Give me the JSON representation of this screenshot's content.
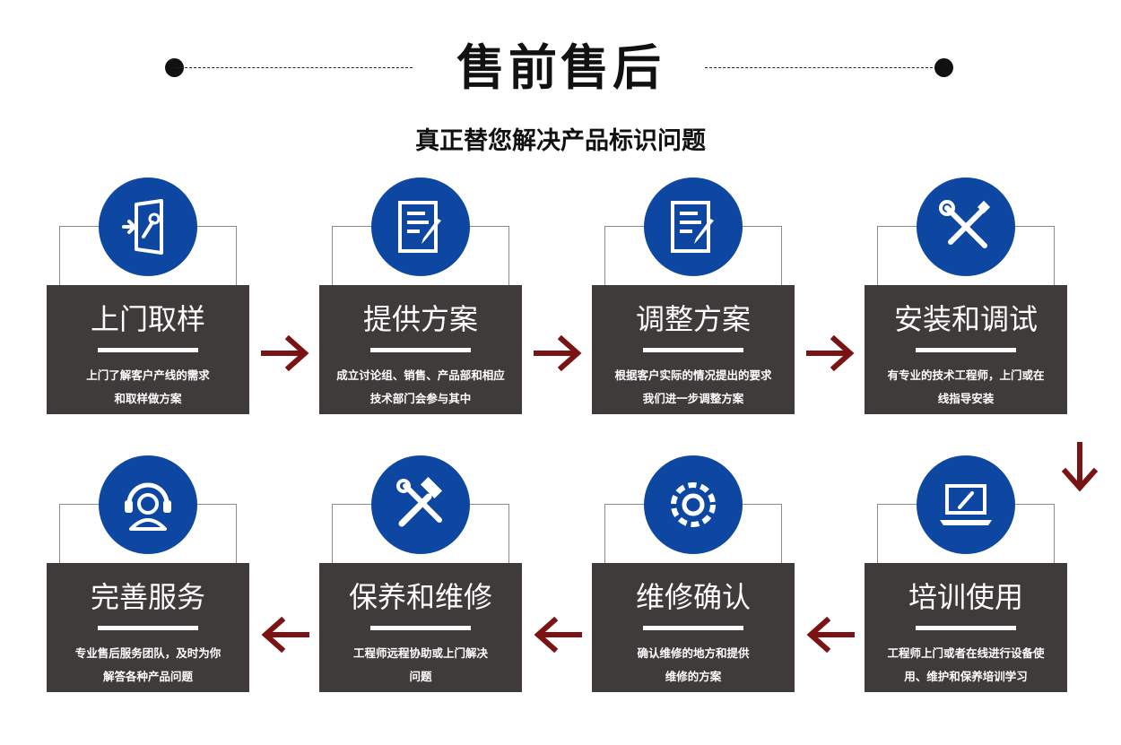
{
  "header": {
    "title": "售前售后",
    "subtitle": "真正替您解决产品标识问题"
  },
  "colors": {
    "icon_circle": "#0e47a1",
    "card_bg": "#3f3b3a",
    "arrow": "#7a1414"
  },
  "steps": [
    {
      "title": "上门取样",
      "desc_lines": [
        "上门了解客户产线的需求",
        "和取样做方案"
      ],
      "icon": "door-wrench-icon"
    },
    {
      "title": "提供方案",
      "desc_lines": [
        "成立讨论组、销售、产品部和相应",
        "技术部门会参与其中"
      ],
      "icon": "document-pen-icon"
    },
    {
      "title": "调整方案",
      "desc_lines": [
        "根据客户实际的情况提出的要求",
        "我们进一步调整方案"
      ],
      "icon": "document-edit-icon"
    },
    {
      "title": "安装和调试",
      "desc_lines": [
        "有专业的技术工程师，上门或在",
        "线指导安装"
      ],
      "icon": "screwdriver-wrench-icon"
    },
    {
      "title": "培训使用",
      "desc_lines": [
        "工程师上门或者在线进行设备使",
        "用、维护和保养培训学习"
      ],
      "icon": "laptop-icon"
    },
    {
      "title": "维修确认",
      "desc_lines": [
        "确认维修的地方和提供",
        "维修的方案"
      ],
      "icon": "gear-icon"
    },
    {
      "title": "保养和维修",
      "desc_lines": [
        "工程师远程协助或上门解决",
        "问题"
      ],
      "icon": "hammer-wrench-icon"
    },
    {
      "title": "完善服务",
      "desc_lines": [
        "专业售后服务团队，及时为你",
        "解答各种产品问题"
      ],
      "icon": "headset-user-icon"
    }
  ]
}
